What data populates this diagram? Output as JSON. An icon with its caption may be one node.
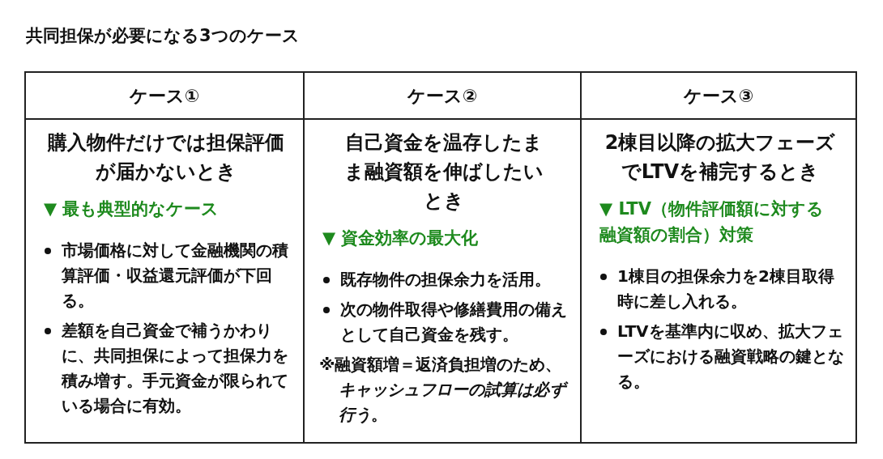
{
  "diagram": {
    "title": "共同担保が必要になる3つのケース",
    "labels": [
      "ケース①",
      "ケース②",
      "ケース③",
      "購入物件だけでは担保評価が届かないとき",
      "▼ 最も典型的なケース",
      "市場価格に対して金融機関の**積算評価・収益還元評価**が下回る。",
      "差額を自己資金で補うかわりに、共同担保によって**担保力を積み増す**。手元資金が限られている場合に有効。",
      "自己資金を温存したまま融資額を伸ばしたいとき",
      "▼ 資金効率の最大化",
      "既存物件の担保余力を活用。",
      "次の物件取得や修繕費用の備えとして自己資金を残す。",
      "※融資額増＝返済負担増のため、*キャッシュフローの試算は必ず行う*。",
      "2棟目以降の拡大フェーズでLTVを補完するとき",
      "▼ LTV（物件評価額に対する融資額の割合）対策",
      "1棟目の担保余力を2棟目取得時に差し入れる。",
      "LTVを基準内に収め、拡大フェーズにおける**融資戦略の鍵**となる。"
    ]
  }
}
